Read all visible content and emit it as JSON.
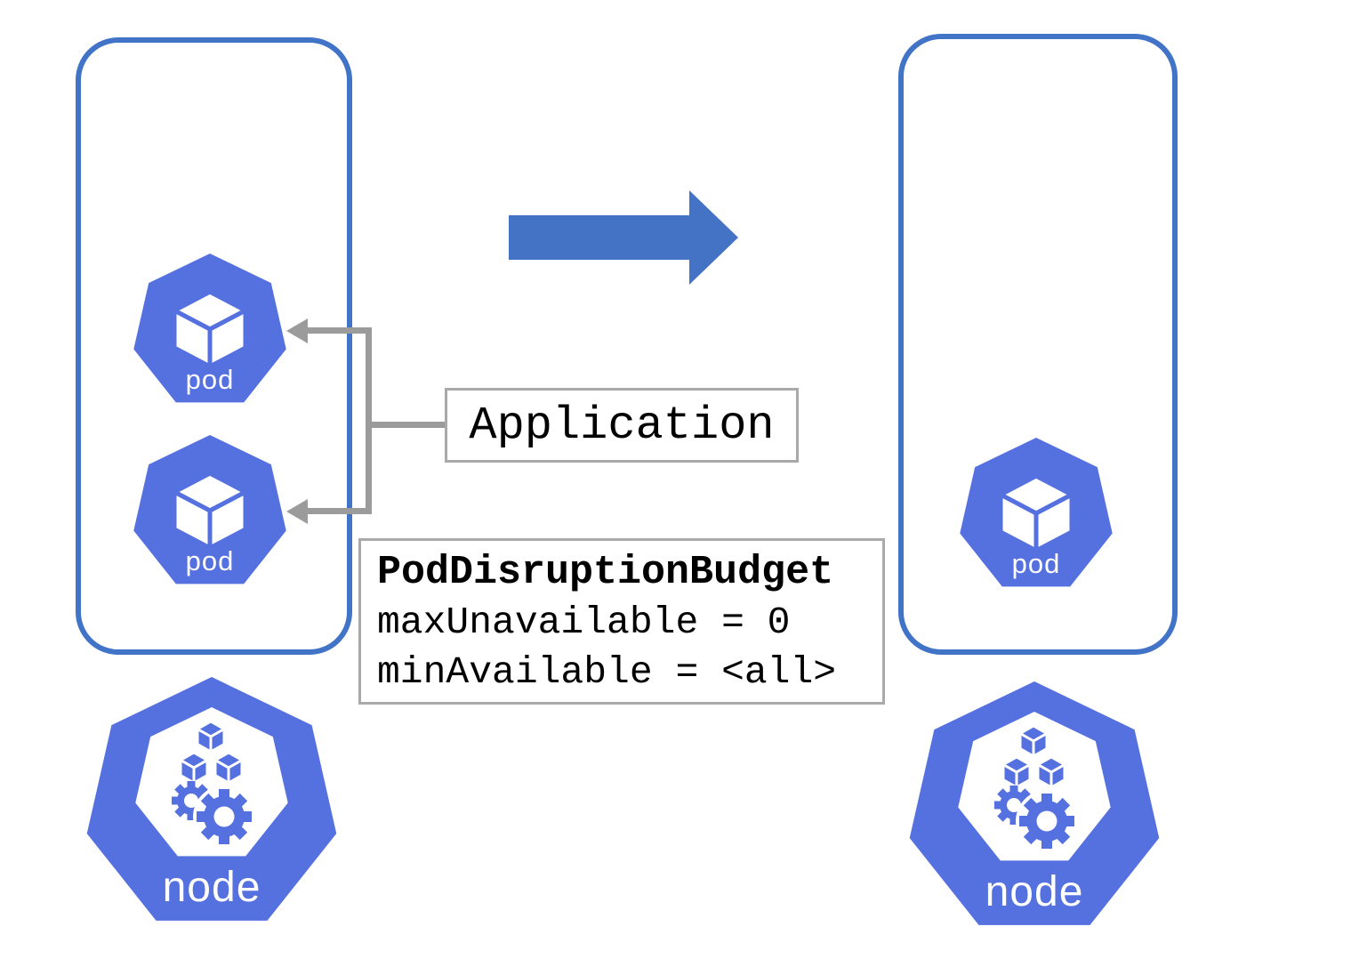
{
  "diagram": {
    "before_cluster": {
      "pods": [
        {
          "label": "pod"
        },
        {
          "label": "pod"
        }
      ],
      "node_label": "node"
    },
    "after_cluster": {
      "pods": [
        {
          "label": "pod"
        }
      ],
      "node_label": "node"
    },
    "application_box": {
      "label": "Application"
    },
    "pdb_box": {
      "title": "PodDisruptionBudget",
      "lines": [
        "maxUnavailable = 0",
        "minAvailable = <all>"
      ]
    },
    "colors": {
      "icon_blue": "#5570DF",
      "container_border_blue": "#4173C6",
      "arrow_blue": "#4472C4",
      "connector_gray": "#9B9B9B",
      "box_border_gray": "#A9A9A9"
    }
  }
}
